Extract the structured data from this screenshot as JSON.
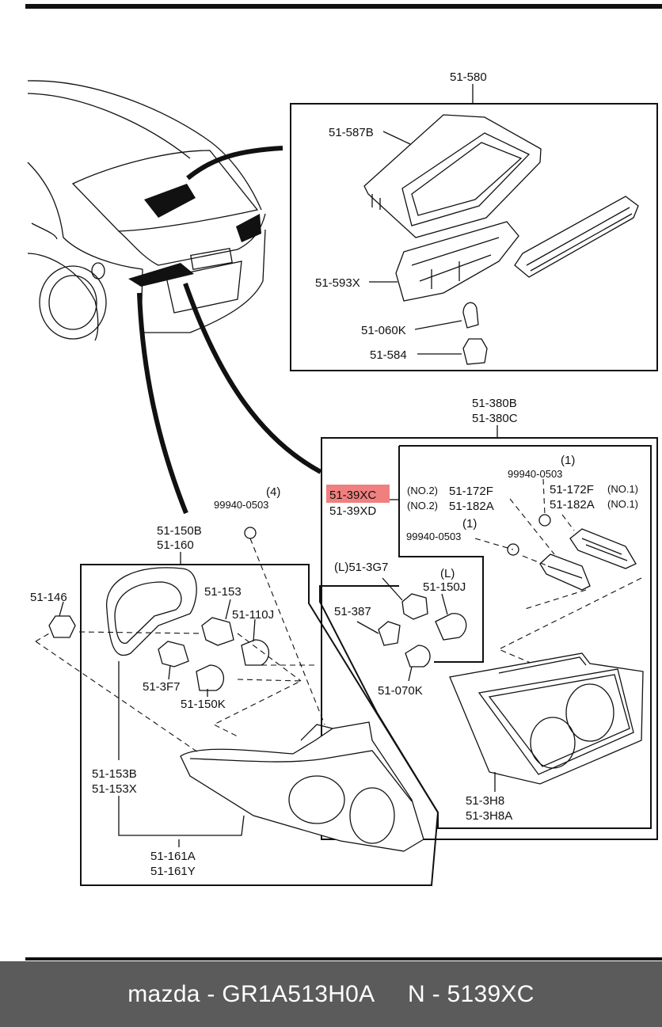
{
  "labels": {
    "p51580": "51-580",
    "p51587B": "51-587B",
    "p51593X": "51-593X",
    "p51060K": "51-060K",
    "p51584": "51-584",
    "p51380B": "51-380B",
    "p51380C": "51-380C",
    "p5139XC": "51-39XC",
    "p5139XD": "51-39XD",
    "q1a": "(1)",
    "p99940_a": "99940-0503",
    "no2a": "(NO.2)",
    "p51172F_a": "51-172F",
    "p51172F_b": "51-172F",
    "no1a": "(NO.1)",
    "no2b": "(NO.2)",
    "p51182A_a": "51-182A",
    "p51182A_b": "51-182A",
    "no1b": "(NO.1)",
    "q1b": "(1)",
    "p99940_b": "99940-0503",
    "q4": "(4)",
    "p99940_c": "99940-0503",
    "l3g7": "(L)51-3G7",
    "lparen": "(L)",
    "p51150J": "51-150J",
    "p51387": "51-387",
    "p51070K": "51-070K",
    "p51150B": "51-150B",
    "p51160": "51-160",
    "p51146": "51-146",
    "p51153": "51-153",
    "p51110J": "51-110J",
    "p513F7": "51-3F7",
    "p51150K": "51-150K",
    "p51153B": "51-153B",
    "p51153X": "51-153X",
    "p51161A": "51-161A",
    "p51161Y": "51-161Y",
    "p513H8": "51-3H8",
    "p513H8A": "51-3H8A"
  },
  "highlight": {
    "part": "51-39XC",
    "color": "#f08080"
  },
  "footer": {
    "brand": "mazda",
    "part_number": "GR1A513H0A",
    "ref": "N - 5139XC",
    "text": "mazda - GR1A513H0A     N - 5139XC"
  }
}
